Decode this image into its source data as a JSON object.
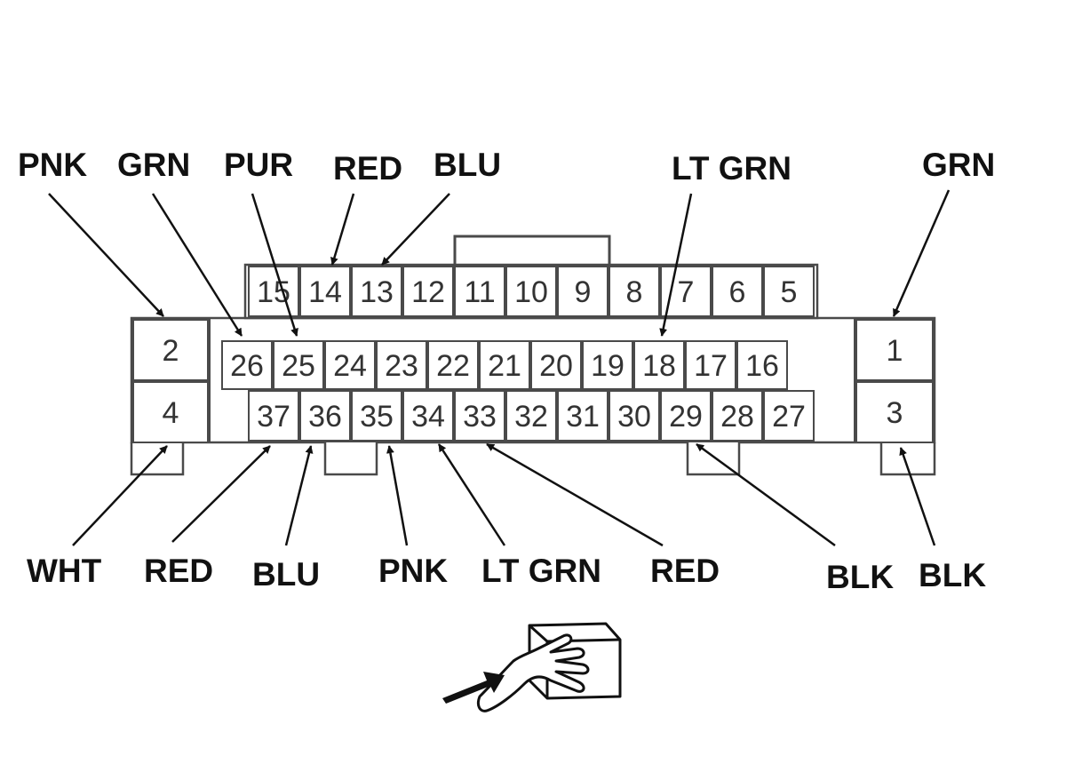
{
  "connector": {
    "pins_top_row": [
      "15",
      "14",
      "13",
      "12",
      "11",
      "10",
      "9",
      "8",
      "7",
      "6",
      "5"
    ],
    "pins_middle_row": [
      "26",
      "25",
      "24",
      "23",
      "22",
      "21",
      "20",
      "19",
      "18",
      "17",
      "16"
    ],
    "pins_bottom_row": [
      "37",
      "36",
      "35",
      "34",
      "33",
      "32",
      "31",
      "30",
      "29",
      "28",
      "27"
    ],
    "pins_left": [
      "2",
      "4"
    ],
    "pins_right": [
      "1",
      "3"
    ]
  },
  "wires": {
    "top": [
      {
        "pin": "2",
        "color": "PNK"
      },
      {
        "pin": "26",
        "color": "GRN"
      },
      {
        "pin": "25",
        "color": "PUR"
      },
      {
        "pin": "14",
        "color": "RED"
      },
      {
        "pin": "13",
        "color": "BLU"
      },
      {
        "pin": "18",
        "color": "LT GRN"
      },
      {
        "pin": "1",
        "color": "GRN"
      }
    ],
    "bottom": [
      {
        "pin": "4",
        "color": "WHT"
      },
      {
        "pin": "37",
        "color": "RED"
      },
      {
        "pin": "36",
        "color": "BLU"
      },
      {
        "pin": "35",
        "color": "PNK"
      },
      {
        "pin": "34",
        "color": "LT GRN"
      },
      {
        "pin": "33",
        "color": "RED"
      },
      {
        "pin": "29",
        "color": "BLK"
      },
      {
        "pin": "3",
        "color": "BLK"
      }
    ]
  },
  "icons": {
    "view_direction": "hand-pressing-connector-icon"
  }
}
